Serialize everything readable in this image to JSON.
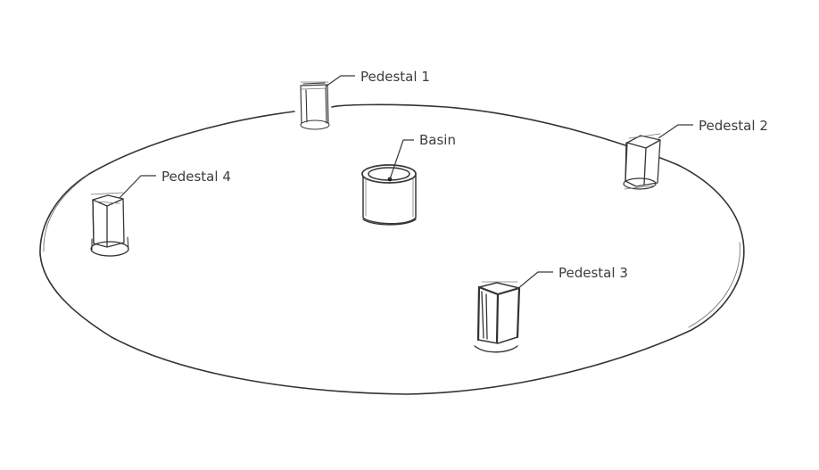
{
  "labels": {
    "pedestal_1": "Pedestal 1",
    "pedestal_2": "Pedestal 2",
    "pedestal_3": "Pedestal 3",
    "pedestal_4": "Pedestal 4",
    "basin": "Basin"
  },
  "colors": {
    "background": "#ffffff",
    "ink": "#333333"
  }
}
